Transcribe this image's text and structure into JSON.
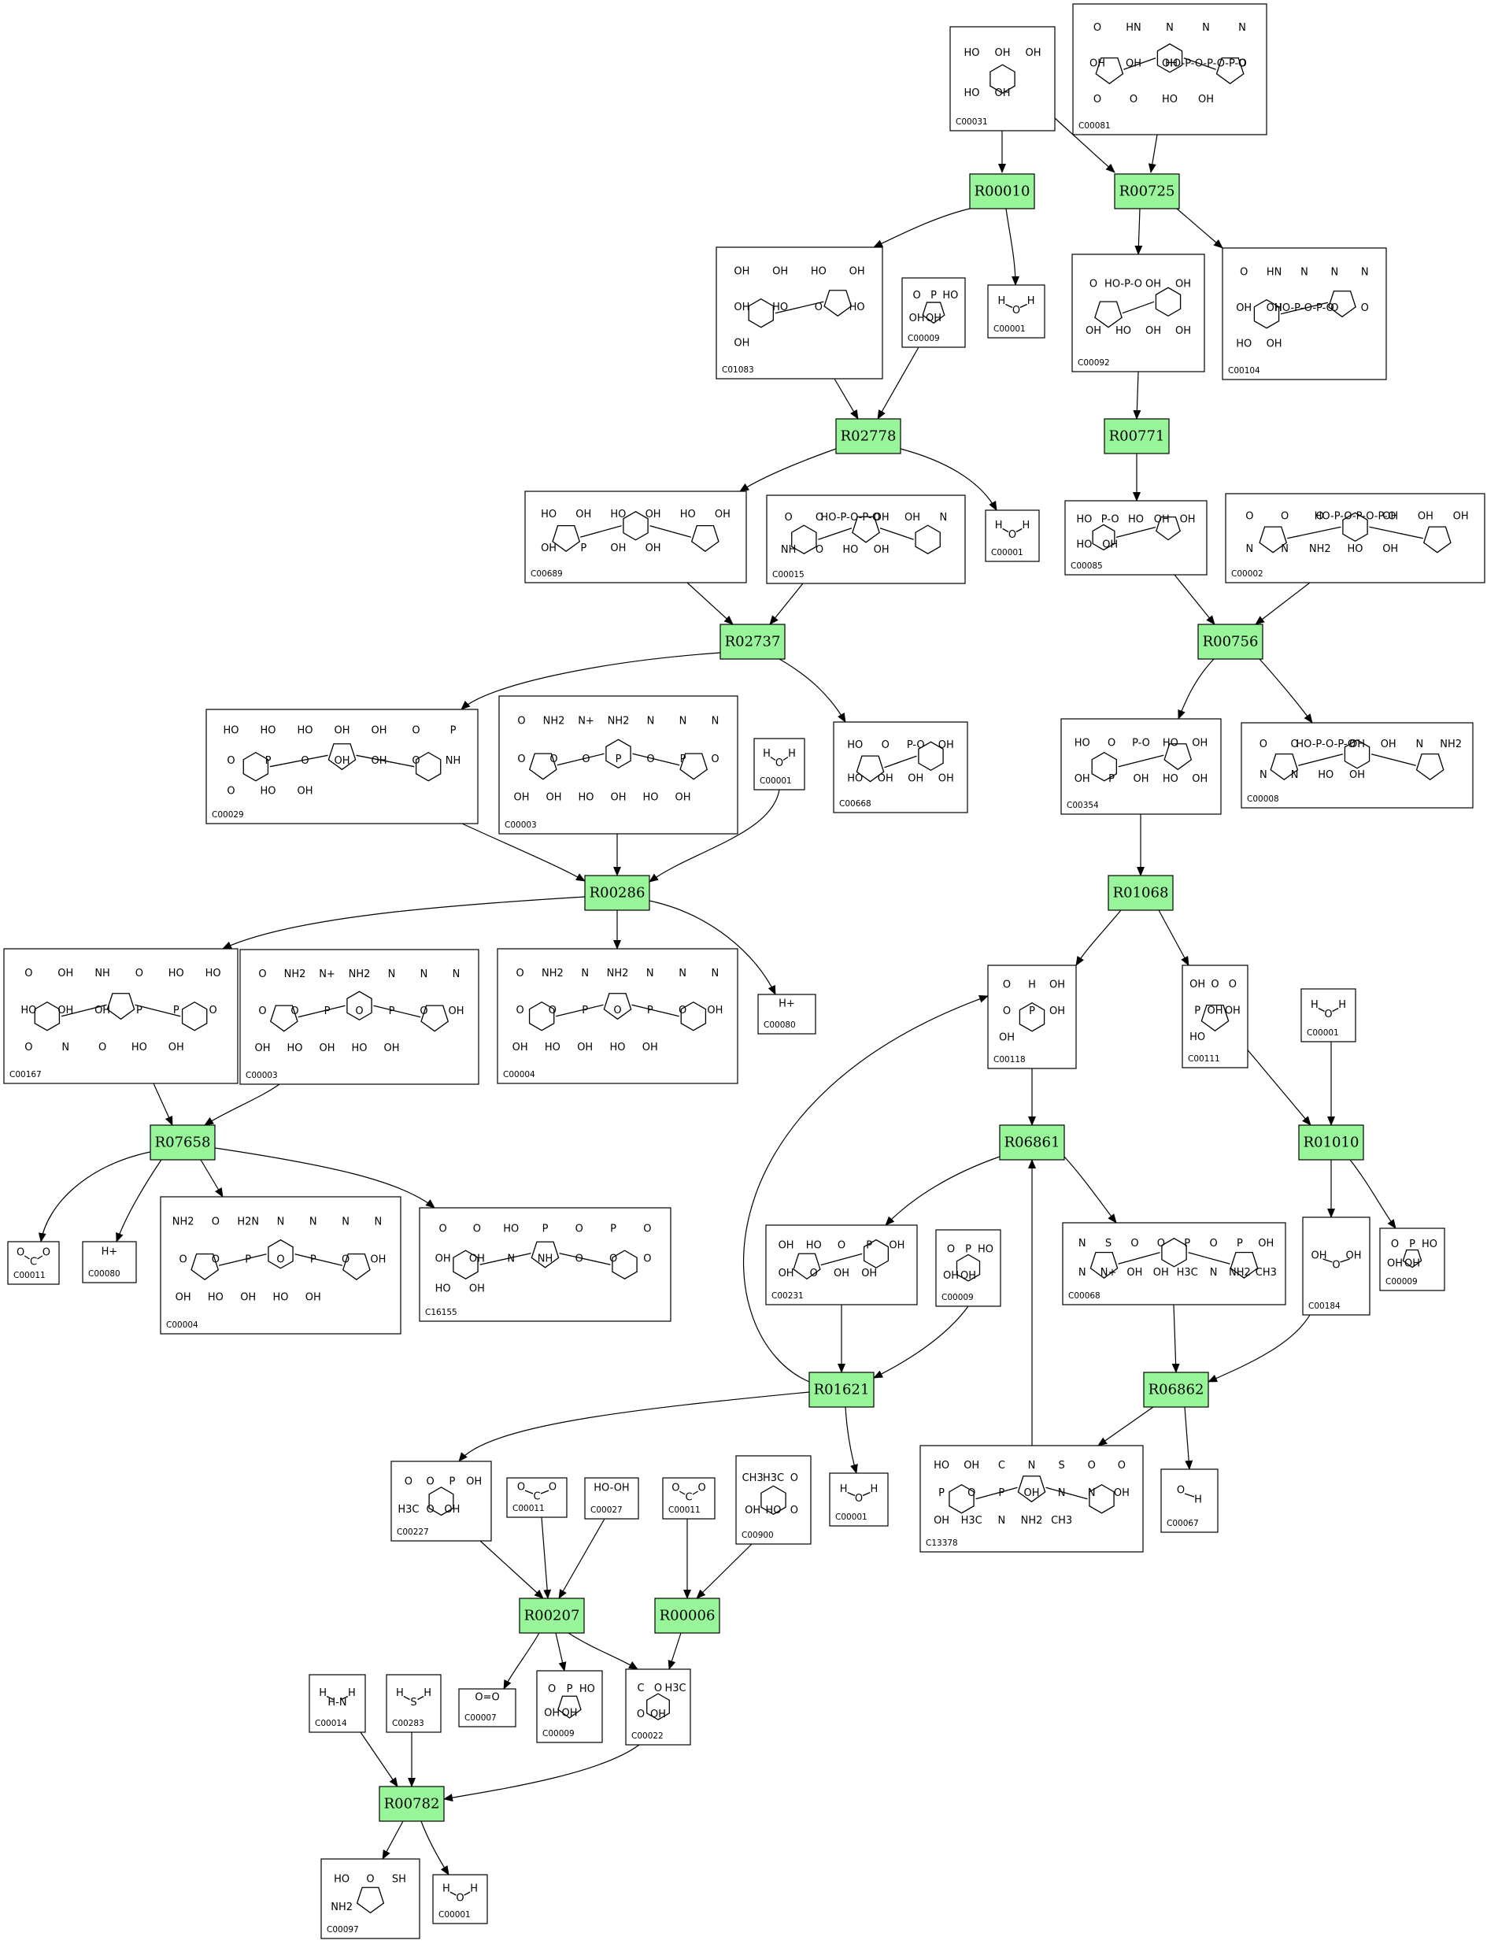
{
  "reactions": [
    {
      "id": "R00010",
      "label": "R00010"
    },
    {
      "id": "R00725",
      "label": "R00725"
    },
    {
      "id": "R02778",
      "label": "R02778"
    },
    {
      "id": "R00771",
      "label": "R00771"
    },
    {
      "id": "R02737",
      "label": "R02737"
    },
    {
      "id": "R00756",
      "label": "R00756"
    },
    {
      "id": "R00286",
      "label": "R00286"
    },
    {
      "id": "R01068",
      "label": "R01068"
    },
    {
      "id": "R07658",
      "label": "R07658"
    },
    {
      "id": "R06861",
      "label": "R06861"
    },
    {
      "id": "R01010",
      "label": "R01010"
    },
    {
      "id": "R01621",
      "label": "R01621"
    },
    {
      "id": "R06862",
      "label": "R06862"
    },
    {
      "id": "R00207",
      "label": "R00207"
    },
    {
      "id": "R00006",
      "label": "R00006"
    },
    {
      "id": "R00782",
      "label": "R00782"
    }
  ],
  "compounds": [
    {
      "id": "c1",
      "label": "C00031",
      "mol": [
        "HO",
        "OH",
        "OH",
        "HO",
        "OH"
      ]
    },
    {
      "id": "c2",
      "label": "C00081",
      "mol": [
        "O",
        "HN",
        "N",
        "N",
        "N",
        "OH",
        "OH",
        "OH",
        "HO-P-O-P-O-P-O",
        "O",
        "O",
        "O",
        "HO",
        "OH"
      ]
    },
    {
      "id": "c3",
      "label": "C01083",
      "mol": [
        "OH",
        "OH",
        "HO",
        "OH",
        "OH",
        "HO",
        "O",
        "HO",
        "OH"
      ]
    },
    {
      "id": "c4",
      "label": "C00009",
      "mol": [
        "O",
        "P",
        "HO",
        "OH",
        "OH"
      ]
    },
    {
      "id": "c5",
      "label": "C00001",
      "mol": [
        "H",
        "O",
        "H"
      ]
    },
    {
      "id": "c6",
      "label": "C00092",
      "mol": [
        "O",
        "HO-P-O",
        "OH",
        "OH",
        "OH",
        "HO",
        "OH",
        "OH"
      ]
    },
    {
      "id": "c7",
      "label": "C00104",
      "mol": [
        "O",
        "HN",
        "N",
        "N",
        "N",
        "OH",
        "OH",
        "HO-P-O-P-O",
        "O",
        "O",
        "HO",
        "OH"
      ]
    },
    {
      "id": "c8",
      "label": "C00689",
      "mol": [
        "HO",
        "OH",
        "HO",
        "OH",
        "HO",
        "OH",
        "OH",
        "P",
        "OH",
        "OH"
      ]
    },
    {
      "id": "c9",
      "label": "C00015",
      "mol": [
        "O",
        "O",
        "HO-P-O-P-O",
        "OH",
        "OH",
        "N",
        "NH",
        "O",
        "HO",
        "OH"
      ]
    },
    {
      "id": "c10",
      "label": "C00001",
      "mol": [
        "H",
        "O",
        "H"
      ]
    },
    {
      "id": "c11",
      "label": "C00085",
      "mol": [
        "HO",
        "P-O",
        "HO",
        "OH",
        "OH",
        "HO",
        "OH"
      ]
    },
    {
      "id": "c12",
      "label": "C00002",
      "mol": [
        "O",
        "O",
        "O",
        "HO-P-O-P-O-P-O",
        "OH",
        "OH",
        "OH",
        "N",
        "N",
        "NH2",
        "HO",
        "OH"
      ]
    },
    {
      "id": "c13",
      "label": "C00029",
      "mol": [
        "HO",
        "HO",
        "HO",
        "OH",
        "OH",
        "O",
        "P",
        "O",
        "P",
        "O",
        "OH",
        "OH",
        "O",
        "NH",
        "O",
        "HO",
        "OH"
      ]
    },
    {
      "id": "c14",
      "label": "C00003",
      "mol": [
        "O",
        "NH2",
        "N+",
        "NH2",
        "N",
        "N",
        "N",
        "O",
        "O",
        "O",
        "P",
        "O",
        "P",
        "O",
        "OH",
        "OH",
        "HO",
        "OH",
        "HO",
        "OH"
      ]
    },
    {
      "id": "c15",
      "label": "C00001",
      "mol": [
        "H",
        "O",
        "H"
      ]
    },
    {
      "id": "c16",
      "label": "C00668",
      "mol": [
        "HO",
        "O",
        "P-O",
        "OH",
        "HO",
        "OH",
        "OH",
        "OH"
      ]
    },
    {
      "id": "c17",
      "label": "C00354",
      "mol": [
        "HO",
        "O",
        "P-O",
        "HO",
        "OH",
        "OH",
        "P",
        "OH",
        "HO",
        "OH"
      ]
    },
    {
      "id": "c18",
      "label": "C00008",
      "mol": [
        "O",
        "O",
        "HO-P-O-P-O",
        "OH",
        "OH",
        "N",
        "NH2",
        "N",
        "N",
        "HO",
        "OH"
      ]
    },
    {
      "id": "c19",
      "label": "C00167",
      "mol": [
        "O",
        "OH",
        "NH",
        "O",
        "HO",
        "HO",
        "HO",
        "OH",
        "OH",
        "P",
        "P",
        "O",
        "O",
        "N",
        "O",
        "HO",
        "OH"
      ]
    },
    {
      "id": "c20",
      "label": "C00003",
      "mol": [
        "O",
        "NH2",
        "N+",
        "NH2",
        "N",
        "N",
        "N",
        "O",
        "O",
        "P",
        "O",
        "P",
        "O",
        "OH",
        "OH",
        "HO",
        "OH",
        "HO",
        "OH"
      ]
    },
    {
      "id": "c21",
      "label": "C00004",
      "mol": [
        "O",
        "NH2",
        "N",
        "NH2",
        "N",
        "N",
        "N",
        "O",
        "O",
        "P",
        "O",
        "P",
        "O",
        "OH",
        "OH",
        "HO",
        "OH",
        "HO",
        "OH"
      ]
    },
    {
      "id": "c22",
      "label": "C00080",
      "mol": [
        "H+"
      ]
    },
    {
      "id": "c23",
      "label": "C00118",
      "mol": [
        "O",
        "H",
        "OH",
        "O",
        "P",
        "OH",
        "OH"
      ]
    },
    {
      "id": "c24",
      "label": "C00111",
      "mol": [
        "OH",
        "O",
        "O",
        "P",
        "OH",
        "OH",
        "HO"
      ]
    },
    {
      "id": "c25",
      "label": "C00001",
      "mol": [
        "H",
        "O",
        "H"
      ]
    },
    {
      "id": "c26",
      "label": "C00011",
      "mol": [
        "O",
        "C",
        "O"
      ]
    },
    {
      "id": "c27",
      "label": "C00080",
      "mol": [
        "H+"
      ]
    },
    {
      "id": "c28",
      "label": "C00004",
      "mol": [
        "NH2",
        "O",
        "H2N",
        "N",
        "N",
        "N",
        "N",
        "O",
        "O",
        "P",
        "O",
        "P",
        "O",
        "OH",
        "OH",
        "HO",
        "OH",
        "HO",
        "OH"
      ]
    },
    {
      "id": "c29",
      "label": "C16155",
      "mol": [
        "O",
        "O",
        "HO",
        "P",
        "O",
        "P",
        "O",
        "OH",
        "OH",
        "N",
        "NH",
        "O",
        "O",
        "O",
        "HO",
        "OH"
      ]
    },
    {
      "id": "c30",
      "label": "C00231",
      "mol": [
        "OH",
        "HO",
        "O",
        "P",
        "OH",
        "OH",
        "O",
        "OH",
        "OH"
      ]
    },
    {
      "id": "c31",
      "label": "C00009",
      "mol": [
        "O",
        "P",
        "HO",
        "OH",
        "OH"
      ]
    },
    {
      "id": "c32",
      "label": "C00068",
      "mol": [
        "N",
        "S",
        "O",
        "O",
        "P",
        "O",
        "P",
        "OH",
        "N",
        "N+",
        "OH",
        "OH",
        "H3C",
        "N",
        "NH2",
        "CH3"
      ]
    },
    {
      "id": "c33",
      "label": "C00184",
      "mol": [
        "OH",
        "O",
        "OH"
      ]
    },
    {
      "id": "c34",
      "label": "C00009",
      "mol": [
        "O",
        "P",
        "HO",
        "OH",
        "OH"
      ]
    },
    {
      "id": "c35",
      "label": "C00227",
      "mol": [
        "O",
        "O",
        "P",
        "OH",
        "H3C",
        "O",
        "OH"
      ]
    },
    {
      "id": "c36",
      "label": "C00011",
      "mol": [
        "O",
        "C",
        "O"
      ]
    },
    {
      "id": "c37",
      "label": "C00027",
      "mol": [
        "HO-OH"
      ]
    },
    {
      "id": "c38",
      "label": "C00011",
      "mol": [
        "O",
        "C",
        "O"
      ]
    },
    {
      "id": "c39",
      "label": "C00900",
      "mol": [
        "CH3",
        "H3C",
        "O",
        "OH",
        "HO",
        "O"
      ]
    },
    {
      "id": "c40",
      "label": "C00001",
      "mol": [
        "H",
        "O",
        "H"
      ]
    },
    {
      "id": "c41",
      "label": "C13378",
      "mol": [
        "HO",
        "OH",
        "C",
        "N",
        "S",
        "O",
        "O",
        "P",
        "O",
        "P",
        "OH",
        "N",
        "N",
        "OH",
        "OH",
        "H3C",
        "N",
        "NH2",
        "CH3"
      ]
    },
    {
      "id": "c42",
      "label": "C00067",
      "mol": [
        "O",
        "H"
      ]
    },
    {
      "id": "c43",
      "label": "C00014",
      "mol": [
        "H",
        "H-N",
        "H"
      ]
    },
    {
      "id": "c44",
      "label": "C00283",
      "mol": [
        "H",
        "S",
        "H"
      ]
    },
    {
      "id": "c45",
      "label": "C00007",
      "mol": [
        "O=O"
      ]
    },
    {
      "id": "c46",
      "label": "C00009",
      "mol": [
        "O",
        "P",
        "HO",
        "OH",
        "OH"
      ]
    },
    {
      "id": "c47",
      "label": "C00022",
      "mol": [
        "C",
        "O",
        "H3C",
        "O",
        "OH"
      ]
    },
    {
      "id": "c48",
      "label": "C00097",
      "mol": [
        "HO",
        "O",
        "SH",
        "NH2"
      ]
    },
    {
      "id": "c49",
      "label": "C00001",
      "mol": [
        "H",
        "O",
        "H"
      ]
    }
  ],
  "edges": [
    {
      "from": "c1",
      "to": "R00010"
    },
    {
      "from": "c1",
      "to": "R00725"
    },
    {
      "from": "c2",
      "to": "R00725"
    },
    {
      "from": "R00010",
      "to": "c3"
    },
    {
      "from": "R00010",
      "to": "c5"
    },
    {
      "from": "R00725",
      "to": "c6"
    },
    {
      "from": "R00725",
      "to": "c7"
    },
    {
      "from": "c3",
      "to": "R02778"
    },
    {
      "from": "c4",
      "to": "R02778"
    },
    {
      "from": "c6",
      "to": "R00771"
    },
    {
      "from": "R02778",
      "to": "c8"
    },
    {
      "from": "R02778",
      "to": "c10"
    },
    {
      "from": "R00771",
      "to": "c11"
    },
    {
      "from": "c8",
      "to": "R02737"
    },
    {
      "from": "c9",
      "to": "R02737"
    },
    {
      "from": "c11",
      "to": "R00756"
    },
    {
      "from": "c12",
      "to": "R00756"
    },
    {
      "from": "R02737",
      "to": "c13"
    },
    {
      "from": "R02737",
      "to": "c16"
    },
    {
      "from": "R00756",
      "to": "c17"
    },
    {
      "from": "R00756",
      "to": "c18"
    },
    {
      "from": "c13",
      "to": "R00286"
    },
    {
      "from": "c14",
      "to": "R00286"
    },
    {
      "from": "c15",
      "to": "R00286"
    },
    {
      "from": "c17",
      "to": "R01068"
    },
    {
      "from": "R00286",
      "to": "c19"
    },
    {
      "from": "R00286",
      "to": "c21"
    },
    {
      "from": "R00286",
      "to": "c22"
    },
    {
      "from": "R01068",
      "to": "c23"
    },
    {
      "from": "R01068",
      "to": "c24"
    },
    {
      "from": "c19",
      "to": "R07658"
    },
    {
      "from": "c20",
      "to": "R07658"
    },
    {
      "from": "c23",
      "to": "R06861"
    },
    {
      "from": "c24",
      "to": "R01010"
    },
    {
      "from": "c25",
      "to": "R01010"
    },
    {
      "from": "R07658",
      "to": "c26"
    },
    {
      "from": "R07658",
      "to": "c27"
    },
    {
      "from": "R07658",
      "to": "c28"
    },
    {
      "from": "R07658",
      "to": "c29"
    },
    {
      "from": "R06861",
      "to": "c30"
    },
    {
      "from": "R06861",
      "to": "c32"
    },
    {
      "from": "R01010",
      "to": "c33"
    },
    {
      "from": "R01010",
      "to": "c34"
    },
    {
      "from": "c30",
      "to": "R01621"
    },
    {
      "from": "c31",
      "to": "R01621"
    },
    {
      "from": "R01621",
      "to": "c23"
    },
    {
      "from": "c32",
      "to": "R06862"
    },
    {
      "from": "c33",
      "to": "R06862"
    },
    {
      "from": "R01621",
      "to": "c35"
    },
    {
      "from": "R01621",
      "to": "c40"
    },
    {
      "from": "R06862",
      "to": "c41"
    },
    {
      "from": "R06862",
      "to": "c42"
    },
    {
      "from": "c41",
      "to": "R06861"
    },
    {
      "from": "c35",
      "to": "R00207"
    },
    {
      "from": "c36",
      "to": "R00207"
    },
    {
      "from": "c37",
      "to": "R00207"
    },
    {
      "from": "c38",
      "to": "R00006"
    },
    {
      "from": "c39",
      "to": "R00006"
    },
    {
      "from": "R00207",
      "to": "c45"
    },
    {
      "from": "R00207",
      "to": "c46"
    },
    {
      "from": "R00207",
      "to": "c47"
    },
    {
      "from": "R00006",
      "to": "c47"
    },
    {
      "from": "c43",
      "to": "R00782"
    },
    {
      "from": "c44",
      "to": "R00782"
    },
    {
      "from": "c47",
      "to": "R00782"
    },
    {
      "from": "R00782",
      "to": "c48"
    },
    {
      "from": "R00782",
      "to": "c49"
    }
  ]
}
